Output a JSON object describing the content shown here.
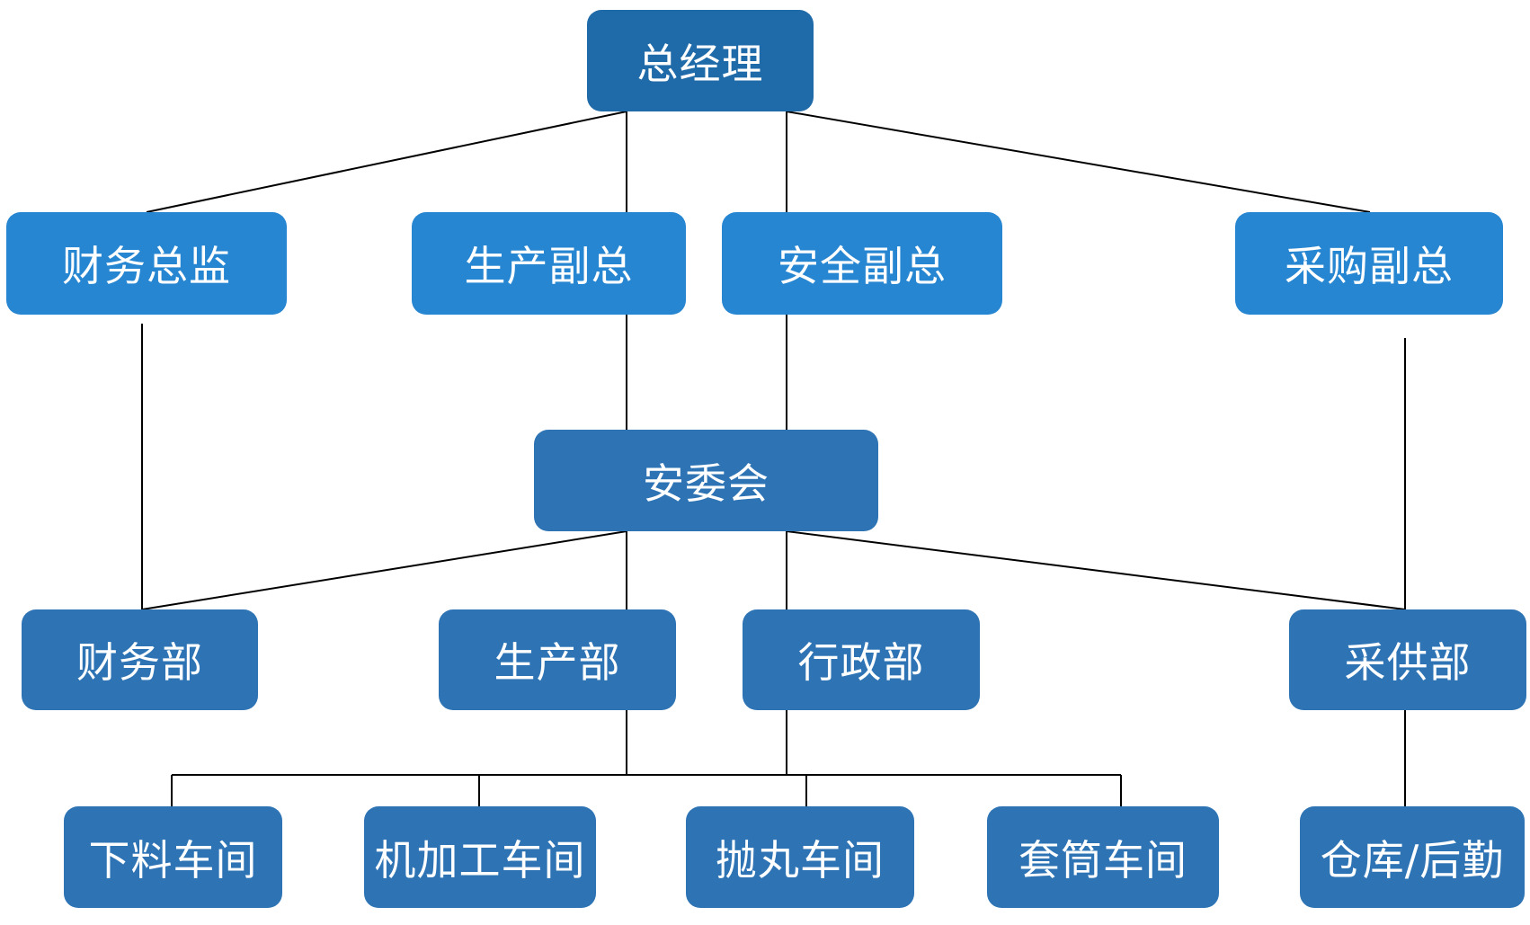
{
  "org": {
    "gm": "总经理",
    "cfo": "财务总监",
    "prod_vp": "生产副总",
    "safety_vp": "安全副总",
    "purch_vp": "采购副总",
    "safety_committee": "安委会",
    "finance_dept": "财务部",
    "prod_dept": "生产部",
    "admin_dept": "行政部",
    "supply_dept": "采供部",
    "cutting_ws": "下料车间",
    "machining_ws": "机加工车间",
    "shotblast_ws": "抛丸车间",
    "sleeve_ws": "套筒车间",
    "warehouse": "仓库/后勤"
  },
  "colors": {
    "top_node": "#1f6aa8",
    "vp_node": "#2786d1",
    "dept_node": "#2e74b5",
    "line": "#000000"
  }
}
